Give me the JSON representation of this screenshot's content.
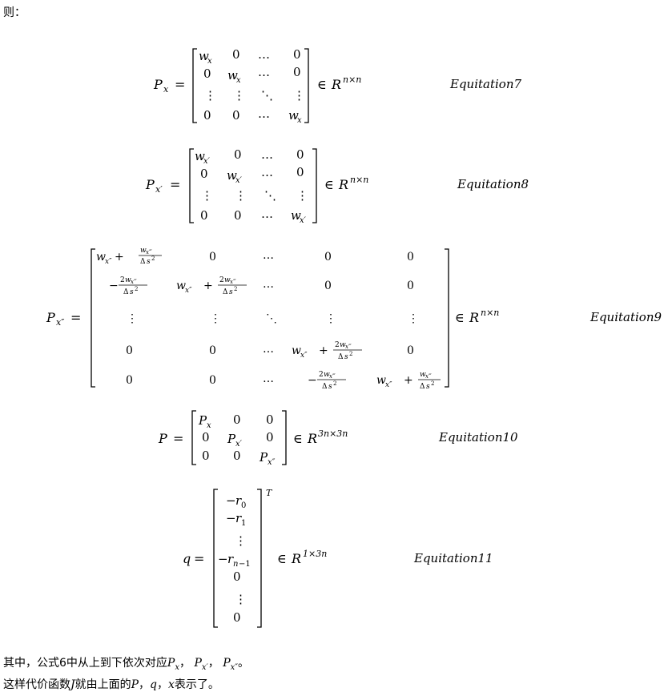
{
  "intro_text": "则：",
  "equations": [
    {
      "id": "eq7",
      "label": "Equitation7",
      "lhs": "P",
      "lhs_sub": "x",
      "space": "R",
      "space_sup": "n×n"
    },
    {
      "id": "eq8",
      "label": "Equitation8",
      "lhs": "P",
      "lhs_sub": "x′",
      "space": "R",
      "space_sup": "n×n"
    },
    {
      "id": "eq9",
      "label": "Equitation9",
      "lhs": "P",
      "lhs_sub": "x″",
      "space": "R",
      "space_sup": "n×n"
    },
    {
      "id": "eq10",
      "label": "Equitation10",
      "lhs": "P",
      "lhs_sub": "",
      "space": "R",
      "space_sup": "3n×3n"
    },
    {
      "id": "eq11",
      "label": "Equitation11",
      "lhs": "q",
      "lhs_sub": "",
      "space": "R",
      "space_sup": "1×3n"
    }
  ],
  "matrices": {
    "eq7": [
      [
        "w_x",
        "0",
        "…",
        "0"
      ],
      [
        "0",
        "w_x",
        "…",
        "0"
      ],
      [
        "⋮",
        "⋮",
        "⋱",
        "⋮"
      ],
      [
        "0",
        "0",
        "…",
        "w_x"
      ]
    ],
    "eq8": [
      [
        "w_x′",
        "0",
        "…",
        "0"
      ],
      [
        "0",
        "w_x′",
        "…",
        "0"
      ],
      [
        "⋮",
        "⋮",
        "⋱",
        "⋮"
      ],
      [
        "0",
        "0",
        "…",
        "w_x′"
      ]
    ],
    "eq10": [
      [
        "P_x",
        "0",
        "0"
      ],
      [
        "0",
        "P_x′",
        "0"
      ],
      [
        "0",
        "0",
        "P_x″"
      ]
    ],
    "eq11": [
      "−r_0",
      "−r_1",
      "⋮",
      "−r_n−1",
      "0",
      "⋮",
      "0"
    ],
    "eq11_sup": "T"
  },
  "footer": {
    "line1_prefix": "其中，公式6中从上到下依次对应",
    "line1_syms": [
      "P_x",
      "P_x′",
      "P_x″"
    ],
    "line1_sep": "，",
    "line1_end": "。",
    "line2_prefix": "这样代价函数",
    "line2_J": "J",
    "line2_mid": "就由上面的",
    "line2_syms": [
      "P",
      "q",
      "x"
    ],
    "line2_end": "表示了。"
  }
}
